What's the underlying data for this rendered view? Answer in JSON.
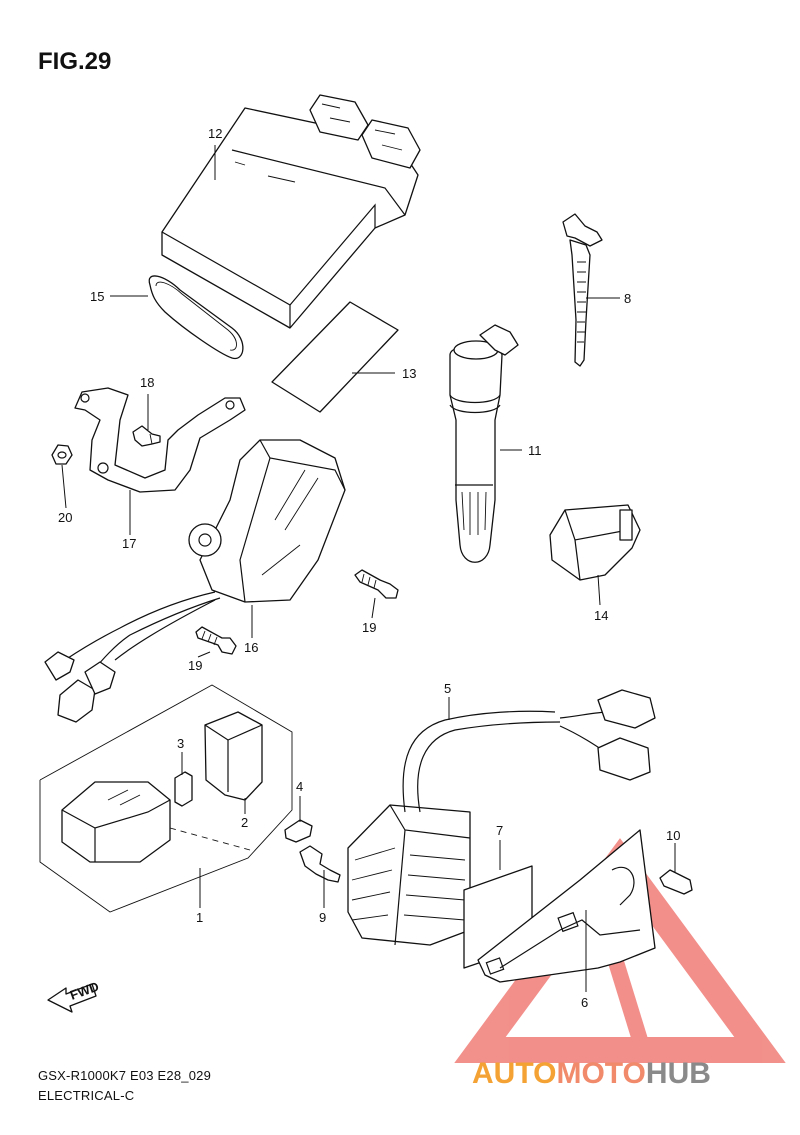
{
  "figure_title": "FIG.29",
  "footer": {
    "model_code": "GSX-R1000K7 E03 E28_029",
    "section": "ELECTRICAL-C"
  },
  "fwd_label": "FWD",
  "callouts": [
    "1",
    "2",
    "3",
    "4",
    "5",
    "6",
    "7",
    "8",
    "9",
    "10",
    "11",
    "12",
    "13",
    "14",
    "15",
    "16",
    "17",
    "18",
    "19",
    "19",
    "20"
  ],
  "watermark": {
    "part1": "AUTO",
    "part2": "MOTO",
    "part3": "HUB",
    "color1": "#f4a234",
    "color2": "#f08a6a",
    "color3": "#8a8a8a",
    "triangle_color": "#e8342c"
  }
}
